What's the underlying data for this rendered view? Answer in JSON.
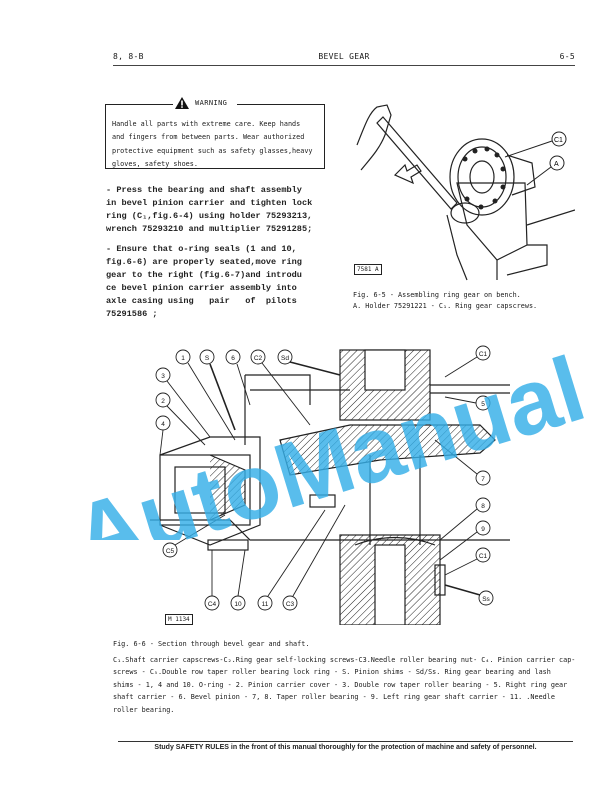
{
  "header": {
    "left": "8, 8-B",
    "center": "BEVEL  GEAR",
    "right": "6-5"
  },
  "warning": {
    "icon": "warning-triangle-icon",
    "title": "WARNING",
    "lines": [
      "Handle all parts with extreme care. Keep hands",
      "and fingers from between parts. Wear authorized",
      "protective equipment such as safety glasses,heavy",
      "gloves, safety shoes."
    ]
  },
  "instructions": [
    {
      "lines": [
        "- Press the bearing and shaft assembly",
        "in bevel pinion carrier and tighten lock",
        "ring (C₁,fig.6-4) using holder 75293213,",
        "wrench 75293210 and multiplier 75291285;"
      ]
    },
    {
      "lines": [
        "- Ensure that o-ring seals (1 and 10,",
        "fig.6-6) are properly seated,move ring",
        "gear to the right (fig.6-7)and introdu",
        "ce bevel pinion carrier assembly into",
        "axle casing using   pair   of  pilots",
        "75291586 ;"
      ]
    }
  ],
  "figure_6_5": {
    "tag": "7581 A",
    "callouts": [
      "C1",
      "A"
    ],
    "caption_line1": "Fig. 6-5 - Assembling ring gear on bench.",
    "caption_line2": "A. Holder 75291221 - C₁. Ring gear capscrews."
  },
  "figure_6_6": {
    "tag": "M 1134",
    "callouts": [
      "1",
      "S",
      "6",
      "C2",
      "Sd",
      "3",
      "2",
      "4",
      "C1",
      "5",
      "7",
      "8",
      "9",
      "C5",
      "C4",
      "10",
      "11",
      "C3",
      "Ss"
    ],
    "caption_title": "Fig. 6-6 - Section through bevel gear and shaft.",
    "caption_lines": [
      "C₁.Shaft carrier capscrews-C₂.Ring gear self-locking screws-C3.Needle roller bearing nut- C₄. Pinion carrier cap-",
      "screws - C₅.Double row taper roller bearing lock ring - S. Pinion shims - Sd/Ss. Ring gear bearing and lash",
      "shims - 1, 4 and 10. O-ring - 2. Pinion carrier cover - 3. Double row taper roller bearing - 5. Right ring gear",
      "shaft carrier - 6. Bevel pinion - 7, 8. Taper roller bearing - 9. Left ring gear shaft carrier -  11. .Needle",
      "roller bearing."
    ]
  },
  "footer": {
    "text": "Study SAFETY RULES in the front of this manual thoroughly for the protection of machine and safety of personnel."
  },
  "watermark": {
    "text": "AutoManual",
    "color": "#35aee8"
  }
}
